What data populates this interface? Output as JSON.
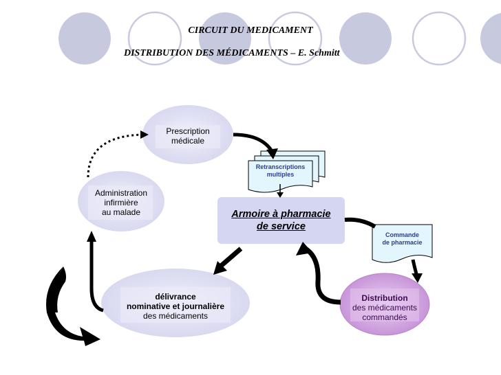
{
  "title": {
    "line1": "CIRCUIT DU MEDICAMENT",
    "line2": "DISTRIBUTION  DES MÉDICAMENTS – E. Schmitt"
  },
  "nodes": {
    "prescription": {
      "line1": "Prescription",
      "line2": "médicale"
    },
    "administration": {
      "line1": "Administration",
      "line2": "infirmière",
      "line3": "au malade"
    },
    "armoire": {
      "line1": "Armoire à pharmacie",
      "line2": "de service"
    },
    "delivrance": {
      "line1": "délivrance",
      "line2": "nominative et journalière",
      "line3": "des médicaments"
    },
    "distribution": {
      "line1": "Distribution",
      "line2": "des médicaments",
      "line3": "commandés"
    }
  },
  "documents": {
    "retranscriptions": {
      "line1": "Retranscriptions",
      "line2": "multiples"
    },
    "commande": {
      "line1": "Commande",
      "line2": "de pharmacie"
    }
  },
  "colors": {
    "header_circle": "#c7cade",
    "node_lavender": "#dcdcf0",
    "node_purple": "#cfa3dd",
    "doc_fill": "#e4f6fd",
    "arrow": "#000000"
  }
}
